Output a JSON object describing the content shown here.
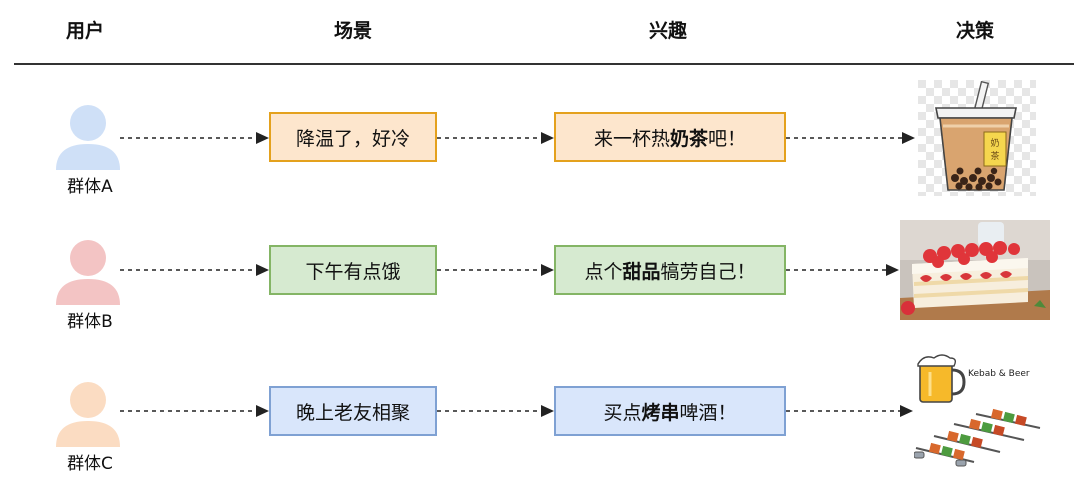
{
  "headers": {
    "user": "用户",
    "scene": "场景",
    "interest": "兴趣",
    "decision": "决策"
  },
  "colors": {
    "group_a_icon": "#cfe0f7",
    "group_b_icon": "#f3c4c4",
    "group_c_icon": "#fbdcc2",
    "orange_fill": "#fde6cd",
    "orange_border": "#e4a11d",
    "green_fill": "#d6ead0",
    "green_border": "#84b565",
    "blue_fill": "#d9e6fb",
    "blue_border": "#7fa1d3"
  },
  "rows": [
    {
      "group": "群体A",
      "scene": "降温了，好冷",
      "interest_pre": "来一杯热",
      "interest_bold": "奶茶",
      "interest_post": "吧！",
      "decision_icon": "milk-tea-icon"
    },
    {
      "group": "群体B",
      "scene": "下午有点饿",
      "interest_pre": "点个",
      "interest_bold": "甜品",
      "interest_post": "犒劳自己！",
      "decision_icon": "strawberry-cake-icon"
    },
    {
      "group": "群体C",
      "scene": "晚上老友相聚",
      "interest_pre": "买点",
      "interest_bold": "烤串",
      "interest_post": "啤酒！",
      "decision_icon": "kebab-beer-icon"
    }
  ],
  "kebab_caption": "Kebab & Beer",
  "milk_tea_cup_text": "奶茶"
}
